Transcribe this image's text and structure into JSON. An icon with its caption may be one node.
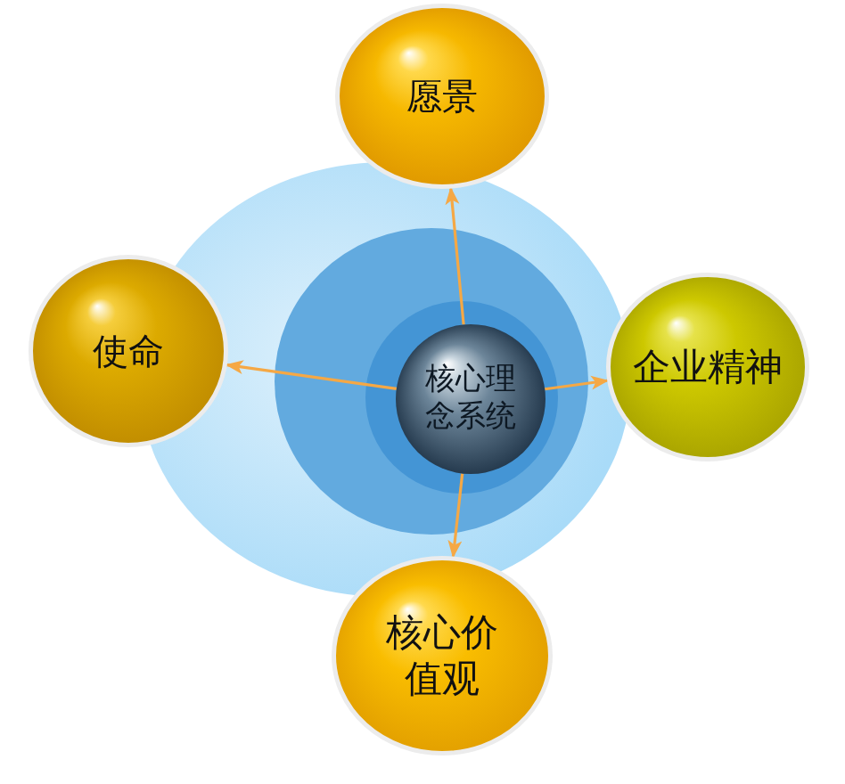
{
  "diagram": {
    "nodes": [
      {
        "text": [
          "愿景"
        ]
      },
      {
        "text": [
          "使命"
        ]
      },
      {
        "text": [
          "核心理念系统"
        ]
      },
      {
        "text": [
          "企业精神"
        ]
      },
      {
        "text": [
          "核心价值观"
        ]
      }
    ],
    "edges": [
      {
        "from": 2,
        "to": 0,
        "arrow": "to"
      },
      {
        "from": 2,
        "to": 1,
        "arrow": "to"
      },
      {
        "from": 2,
        "to": 3,
        "arrow": "to"
      },
      {
        "from": 2,
        "to": 4,
        "arrow": "to"
      }
    ]
  }
}
